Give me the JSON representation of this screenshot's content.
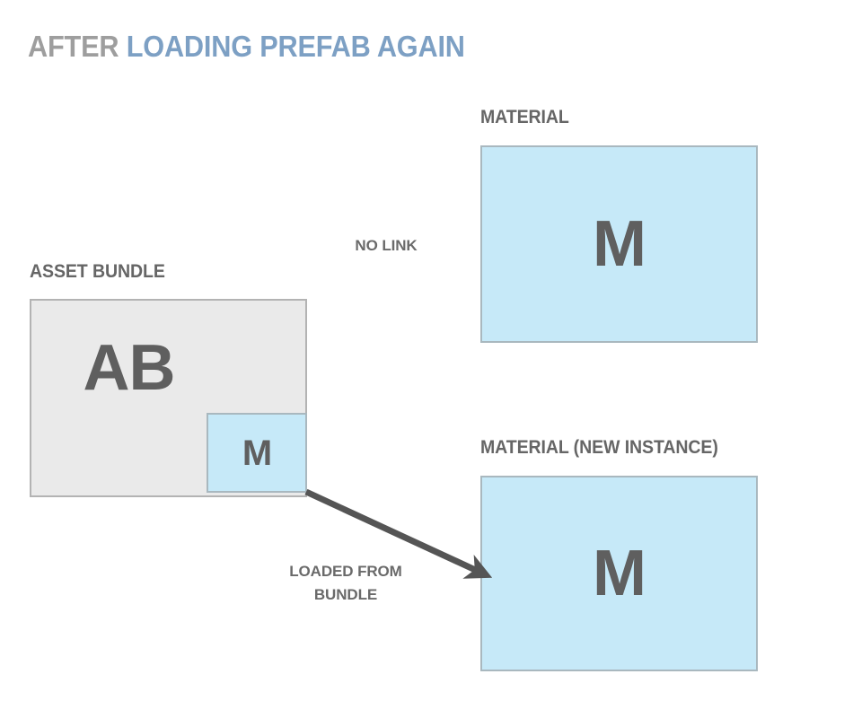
{
  "title": {
    "lead": "AFTER ",
    "highlight": "LOADING PREFAB AGAIN",
    "lead_color": "#9e9e9e",
    "highlight_color": "#7da0c4"
  },
  "colors": {
    "blue_fill": "#c6e9f8",
    "blue_border": "#a9b8bf",
    "gray_fill": "#eaeaea",
    "gray_border": "#b3b3b3",
    "glyph": "#5f5f5f",
    "label": "#666666",
    "annotation": "#6a6a6a",
    "arrow": "#555555"
  },
  "nodes": {
    "asset_bundle": {
      "label": "ASSET BUNDLE",
      "glyph": "AB"
    },
    "bundled_material": {
      "glyph": "M"
    },
    "material": {
      "label": "MATERIAL",
      "glyph": "M"
    },
    "material_new_instance": {
      "label": "MATERIAL (NEW INSTANCE)",
      "glyph": "M"
    }
  },
  "annotations": {
    "no_link": "NO LINK",
    "loaded_from_bundle": "LOADED FROM\nBUNDLE"
  }
}
